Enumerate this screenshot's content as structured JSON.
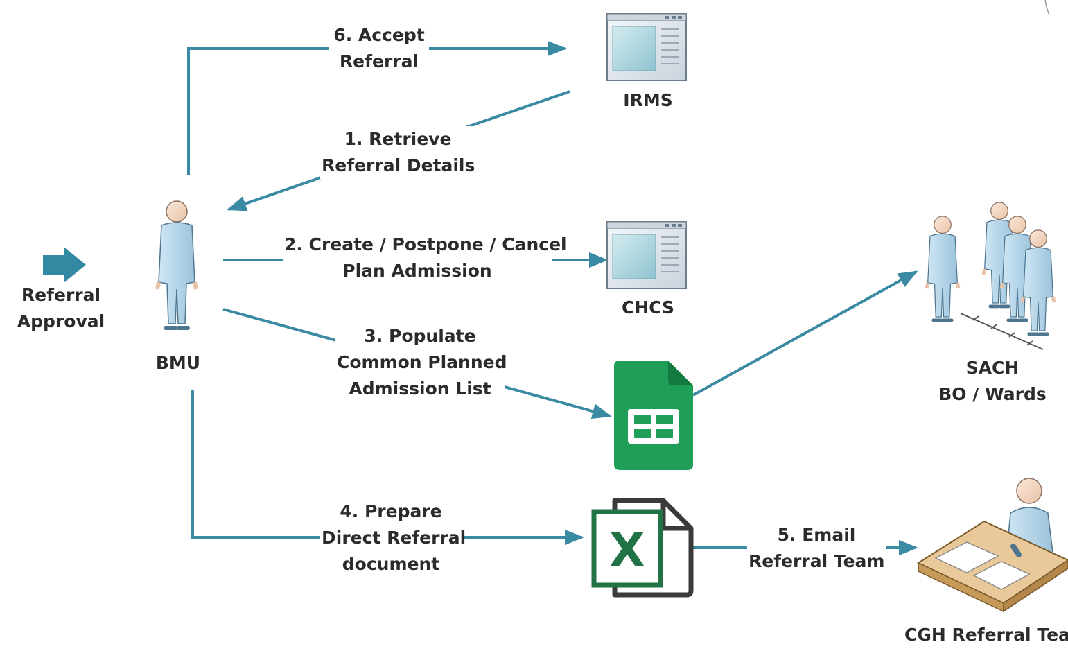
{
  "colors": {
    "arrow": "#3b8aa3",
    "sheets_green": "#1e9e57",
    "excel_green": "#217346",
    "person_fill": "#b9d8ec",
    "text": "#2b2b2b"
  },
  "start": {
    "line1": "Referral",
    "line2": "Approval"
  },
  "nodes": {
    "bmu": {
      "label": "BMU",
      "icon": "person-icon"
    },
    "irms": {
      "label": "IRMS",
      "icon": "application-window-icon"
    },
    "chcs": {
      "label": "CHCS",
      "icon": "application-window-icon"
    },
    "planned_list": {
      "icon": "google-sheets-icon"
    },
    "direct_referral_doc": {
      "icon": "excel-file-icon"
    },
    "sach": {
      "line1": "SACH",
      "line2": "BO / Wards",
      "icon": "group-people-icon"
    },
    "cgh": {
      "label": "CGH Referral Team",
      "icon": "person-at-desk-icon"
    }
  },
  "steps": {
    "s1": {
      "line1": "1. Retrieve",
      "line2": "Referral Details"
    },
    "s2": {
      "line1": "2. Create / Postpone / Cancel",
      "line2": "Plan Admission"
    },
    "s3": {
      "line1": "3. Populate",
      "line2": "Common Planned",
      "line3": "Admission List"
    },
    "s4": {
      "line1": "4. Prepare",
      "line2": "Direct Referral",
      "line3": "document"
    },
    "s5": {
      "line1": "5. Email",
      "line2": "Referral Team"
    },
    "s6": {
      "line1": "6. Accept",
      "line2": "Referral"
    }
  }
}
